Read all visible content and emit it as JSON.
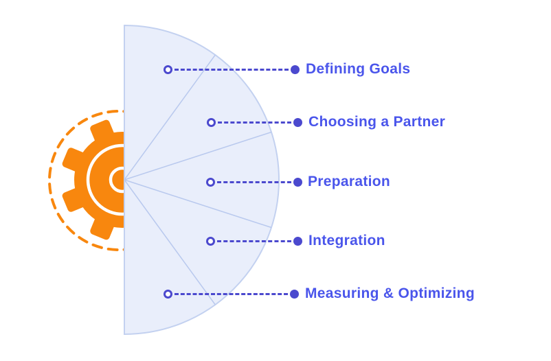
{
  "diagram": {
    "type": "semicircle-process-infographic",
    "steps": [
      {
        "label": "Defining Goals"
      },
      {
        "label": "Choosing a Partner"
      },
      {
        "label": "Preparation"
      },
      {
        "label": "Integration"
      },
      {
        "label": "Measuring & Optimizing"
      }
    ],
    "icons": [
      {
        "name": "gear-icon"
      },
      {
        "name": "dashed-orange-ring"
      }
    ]
  },
  "colors": {
    "background": "#FFFFFF",
    "orange": "#F8870E",
    "indigo": "#4B49CE",
    "label-blue": "#4A55EB",
    "semi-fill": "#E9EEFB",
    "semi-border": "#C3D1F0",
    "radial-line": "#B9C9EE"
  }
}
